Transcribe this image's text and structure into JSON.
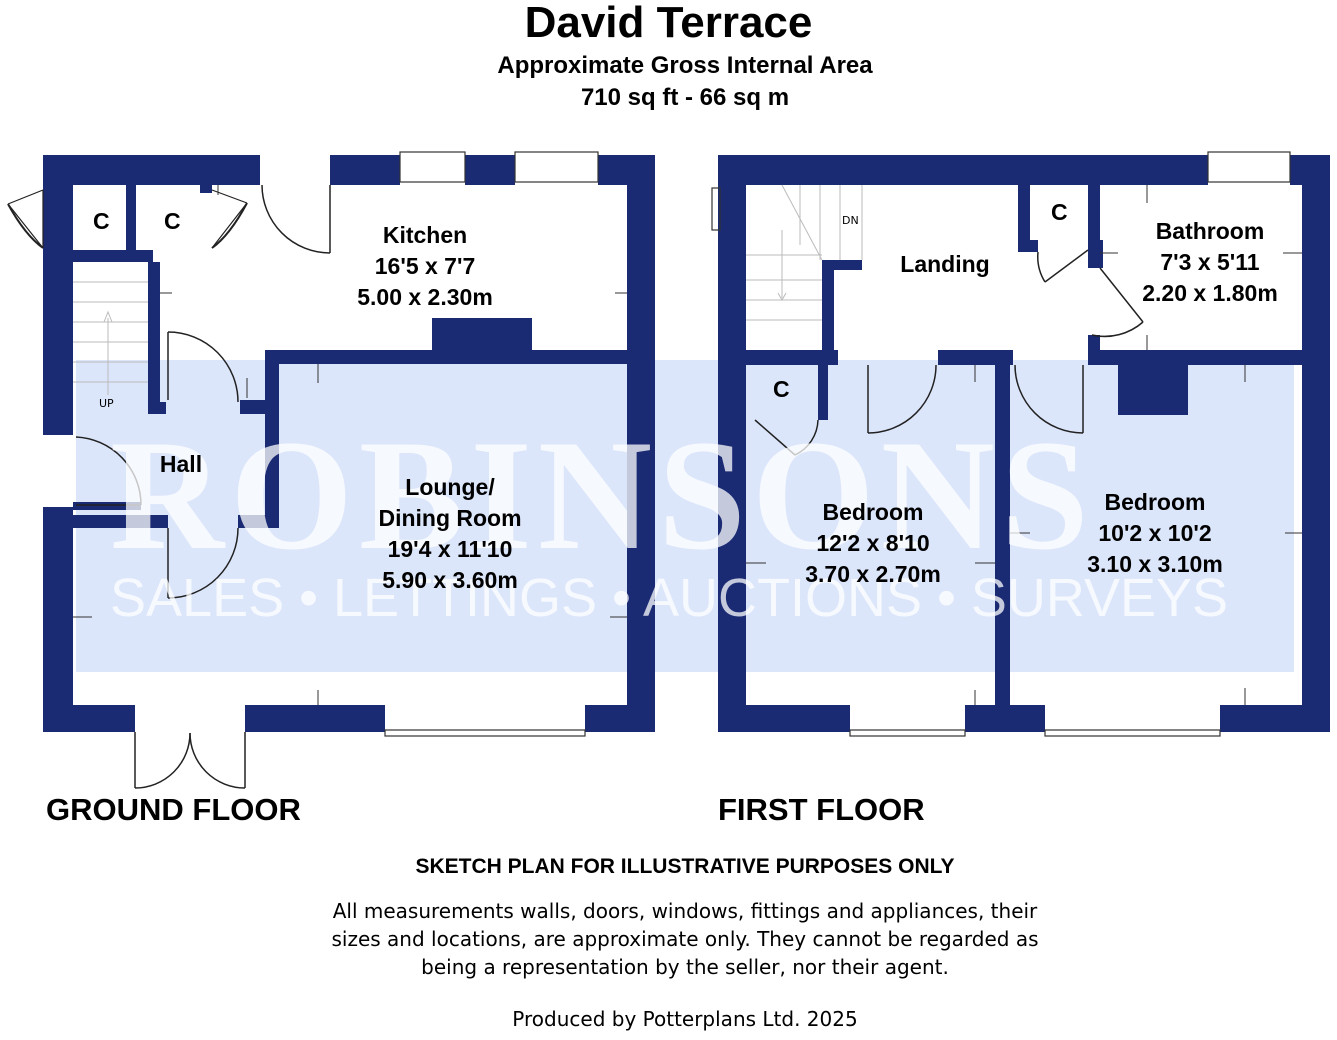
{
  "header": {
    "title": "David Terrace",
    "subtitle": "Approximate Gross Internal Area",
    "area": "710 sq ft - 66 sq m"
  },
  "watermark": {
    "brand": "ROBINSONS",
    "tagline": "SALES • LETTINGS • AUCTIONS • SURVEYS"
  },
  "ground_floor": {
    "label": "GROUND FLOOR",
    "cupboard_1": "C",
    "cupboard_2": "C",
    "stairs_label": "UP",
    "kitchen": {
      "name": "Kitchen",
      "imperial": "16'5 x 7'7",
      "metric": "5.00 x 2.30m"
    },
    "hall": {
      "name": "Hall"
    },
    "lounge": {
      "name_line1": "Lounge/",
      "name_line2": "Dining Room",
      "imperial": "19'4 x 11'10",
      "metric": "5.90 x 3.60m"
    }
  },
  "first_floor": {
    "label": "FIRST FLOOR",
    "stairs_label": "DN",
    "landing": {
      "name": "Landing"
    },
    "landing_cupboard": "C",
    "bedroom_cupboard": "C",
    "bathroom": {
      "name": "Bathroom",
      "imperial": "7'3 x 5'11",
      "metric": "2.20 x 1.80m"
    },
    "bedroom_1": {
      "name": "Bedroom",
      "imperial": "12'2 x 8'10",
      "metric": "3.70 x 2.70m"
    },
    "bedroom_2": {
      "name": "Bedroom",
      "imperial": "10'2 x 10'2",
      "metric": "3.10 x 3.10m"
    }
  },
  "footer": {
    "sketch_notice": "SKETCH PLAN FOR ILLUSTRATIVE PURPOSES ONLY",
    "disclaimer_line1": "All measurements walls, doors, windows, fittings and appliances, their",
    "disclaimer_line2": "sizes and locations, are approximate only. They cannot be regarded as",
    "disclaimer_line3": "being a representation by the seller, nor their agent.",
    "produced_by": "Produced by Potterplans Ltd. 2025"
  },
  "colors": {
    "wall": "#1a2a73",
    "watermark_band": "#dce6fb"
  }
}
